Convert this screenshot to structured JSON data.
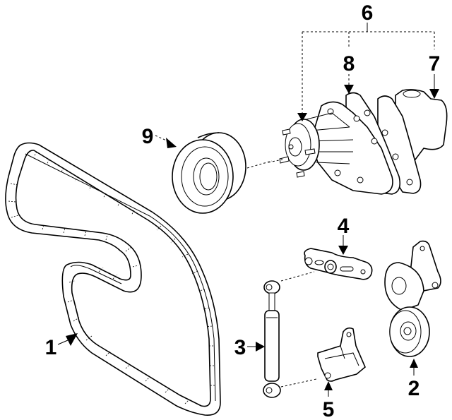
{
  "diagram": {
    "type": "exploded-parts-diagram",
    "colors": {
      "line": "#000000",
      "background": "#ffffff"
    },
    "callouts": [
      {
        "id": "1",
        "label": "1",
        "part": "drive-belt"
      },
      {
        "id": "2",
        "label": "2",
        "part": "belt-tensioner-pulley"
      },
      {
        "id": "3",
        "label": "3",
        "part": "tensioner-damper"
      },
      {
        "id": "4",
        "label": "4",
        "part": "upper-bracket"
      },
      {
        "id": "5",
        "label": "5",
        "part": "lower-bracket"
      },
      {
        "id": "6",
        "label": "6",
        "part": "water-pump-assembly"
      },
      {
        "id": "7",
        "label": "7",
        "part": "water-pump-housing"
      },
      {
        "id": "8",
        "label": "8",
        "part": "gasket"
      },
      {
        "id": "9",
        "label": "9",
        "part": "idler-pulley"
      }
    ]
  }
}
